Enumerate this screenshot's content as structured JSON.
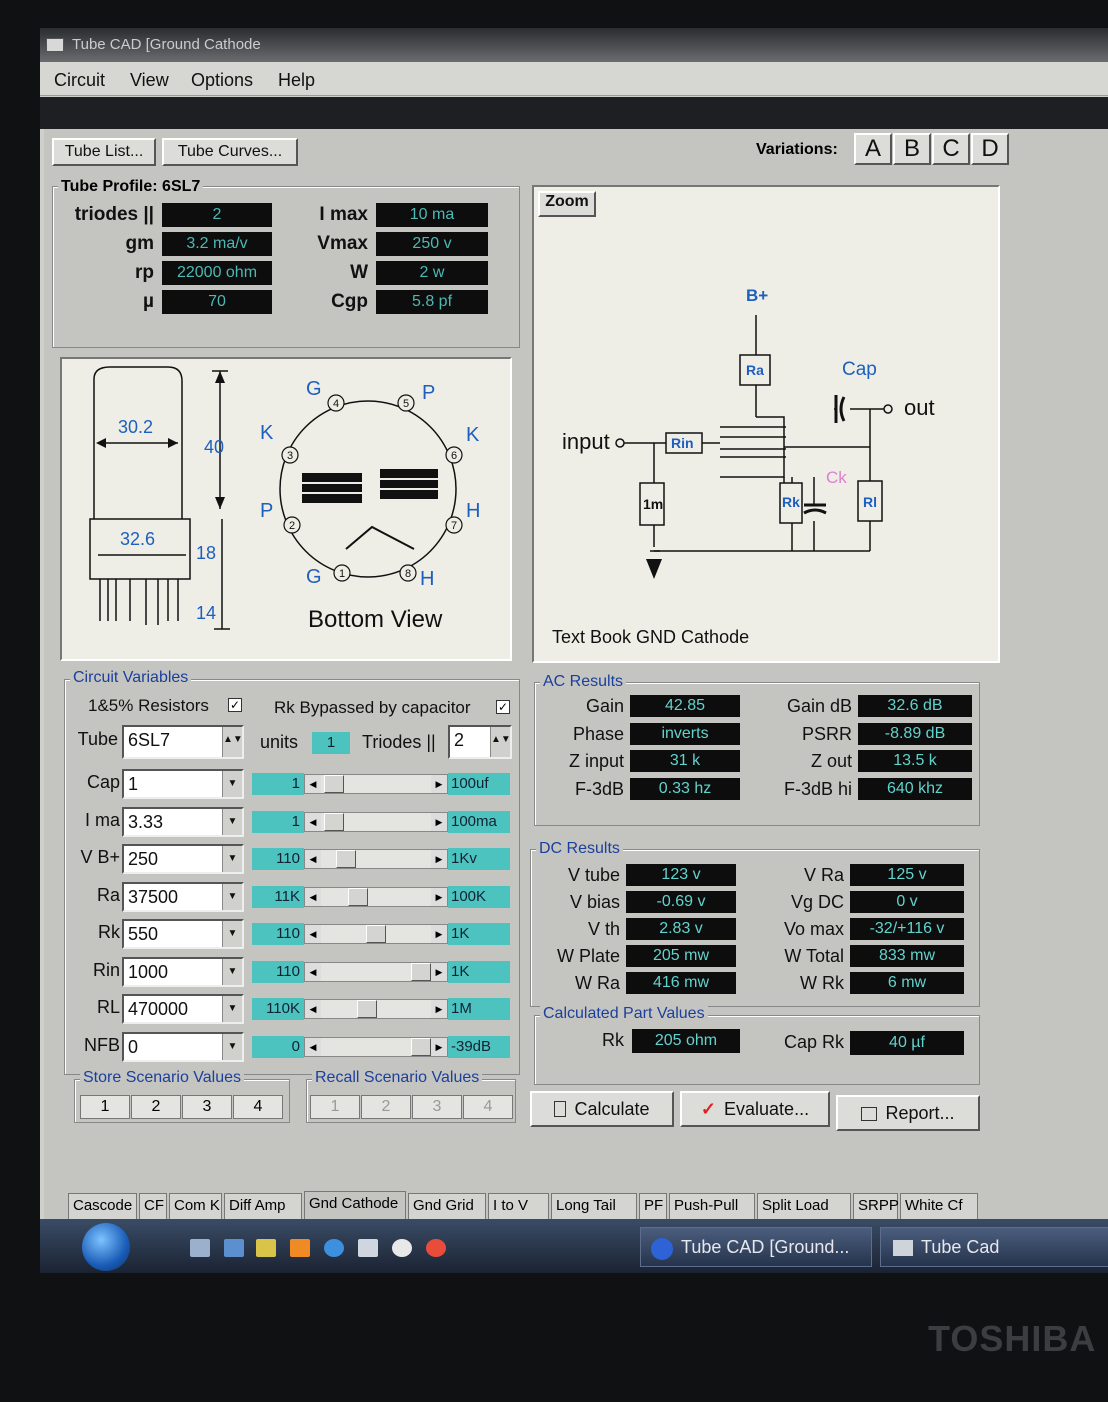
{
  "window": {
    "title": "Tube CAD   [Ground Cathode"
  },
  "menu": [
    "Circuit",
    "View",
    "Options",
    "Help"
  ],
  "toolbar": {
    "tube_list": "Tube List...",
    "tube_curves": "Tube Curves...",
    "variations_label": "Variations:",
    "variations": [
      "A",
      "B",
      "C",
      "D"
    ]
  },
  "profile": {
    "title": "Tube Profile: 6SL7",
    "left": [
      {
        "label": "triodes ||",
        "value": "2"
      },
      {
        "label": "gm",
        "value": "3.2 ma/v"
      },
      {
        "label": "rp",
        "value": "22000 ohm"
      },
      {
        "label": "µ",
        "value": "70"
      }
    ],
    "right": [
      {
        "label": "I max",
        "value": "10 ma"
      },
      {
        "label": "Vmax",
        "value": "250 v"
      },
      {
        "label": "W",
        "value": "2 w"
      },
      {
        "label": "Cgp",
        "value": "5.8 pf"
      }
    ]
  },
  "tube_drawing": {
    "dims": {
      "width_top": "30.2",
      "height_top": "40",
      "width_base": "32.6",
      "height_base": "18",
      "pins": "14"
    },
    "pin_labels": {
      "G_top": "G",
      "P_top": "P",
      "K_left": "K",
      "K_right": "K",
      "P_left": "P",
      "H_right": "H",
      "G_bottom": "G",
      "H_bottom": "H"
    },
    "pin_numbers": [
      "1",
      "2",
      "3",
      "4",
      "5",
      "6",
      "7",
      "8"
    ],
    "caption": "Bottom View"
  },
  "zoom": {
    "tab": "Zoom",
    "bplus": "B+",
    "ra": "Ra",
    "cap": "Cap",
    "out": "out",
    "input": "input",
    "rin": "Rin",
    "ck": "Ck",
    "r1m": "1m",
    "rk": "Rk",
    "rl": "Rl",
    "caption": "Text Book GND Cathode"
  },
  "circuit_vars": {
    "title": "Circuit Variables",
    "resistors_label": "1&5% Resistors",
    "resistors_checked": "✓",
    "rk_bypass_label": "Rk Bypassed by capacitor",
    "rk_bypass_checked": "✓",
    "tube_label": "Tube",
    "tube_value": "6SL7",
    "units_label": "units",
    "units_value": "1",
    "triodes_label": "Triodes ||",
    "triodes_value": "2",
    "rows": [
      {
        "label": "Cap",
        "value": "1",
        "min": "1",
        "max": "100uf",
        "pos": 0.03
      },
      {
        "label": "I ma",
        "value": "3.33",
        "min": "1",
        "max": "100ma",
        "pos": 0.03
      },
      {
        "label": "V B+",
        "value": "250",
        "min": "110",
        "max": "1Kv",
        "pos": 0.17
      },
      {
        "label": "Ra",
        "value": "37500",
        "min": "11K",
        "max": "100K",
        "pos": 0.3
      },
      {
        "label": "Rk",
        "value": "550",
        "min": "110",
        "max": "1K",
        "pos": 0.5
      },
      {
        "label": "Rin",
        "value": "1000",
        "min": "110",
        "max": "1K",
        "pos": 1.0
      },
      {
        "label": "RL",
        "value": "470000",
        "min": "110K",
        "max": "1M",
        "pos": 0.4
      },
      {
        "label": "NFB",
        "value": "0",
        "min": "0",
        "max": "-39dB",
        "pos": 1.0
      }
    ]
  },
  "store": {
    "title": "Store Scenario Values",
    "buttons": [
      "1",
      "2",
      "3",
      "4"
    ]
  },
  "recall": {
    "title": "Recall Scenario Values",
    "buttons": [
      "1",
      "2",
      "3",
      "4"
    ]
  },
  "ac_results": {
    "title": "AC Results",
    "left": [
      {
        "label": "Gain",
        "value": "42.85"
      },
      {
        "label": "Phase",
        "value": "inverts"
      },
      {
        "label": "Z input",
        "value": "31 k"
      },
      {
        "label": "F-3dB",
        "value": "0.33 hz"
      }
    ],
    "right": [
      {
        "label": "Gain dB",
        "value": "32.6 dB"
      },
      {
        "label": "PSRR",
        "value": "-8.89 dB"
      },
      {
        "label": "Z out",
        "value": "13.5 k"
      },
      {
        "label": "F-3dB hi",
        "value": "640 khz"
      }
    ]
  },
  "dc_results": {
    "title": "DC Results",
    "left": [
      {
        "label": "V tube",
        "value": "123 v"
      },
      {
        "label": "V bias",
        "value": "-0.69 v"
      },
      {
        "label": "V th",
        "value": "2.83 v"
      },
      {
        "label": "W Plate",
        "value": "205 mw"
      },
      {
        "label": "W Ra",
        "value": "416 mw"
      }
    ],
    "right": [
      {
        "label": "V Ra",
        "value": "125 v"
      },
      {
        "label": "Vg DC",
        "value": "0 v"
      },
      {
        "label": "Vo max",
        "value": "-32/+116 v"
      },
      {
        "label": "W Total",
        "value": "833 mw"
      },
      {
        "label": "W Rk",
        "value": "6 mw"
      }
    ]
  },
  "calc_parts": {
    "title": "Calculated Part Values",
    "rk_label": "Rk",
    "rk_value": "205 ohm",
    "caprk_label": "Cap Rk",
    "caprk_value": "40 µf"
  },
  "actions": {
    "calculate": "Calculate",
    "evaluate": "Evaluate...",
    "report": "Report..."
  },
  "tabs": [
    "Cascode",
    "CF",
    "Com K",
    "Diff Amp",
    "Gnd Cathode",
    "Gnd Grid",
    "I to V",
    "Long Tail",
    "PF",
    "Push-Pull",
    "Split Load",
    "SRPP",
    "White Cf"
  ],
  "active_tab": "Gnd Cathode",
  "taskbar": {
    "task1": "Tube CAD   [Ground...",
    "task2": "Tube Cad"
  },
  "monitor_brand": "TOSHIBA"
}
